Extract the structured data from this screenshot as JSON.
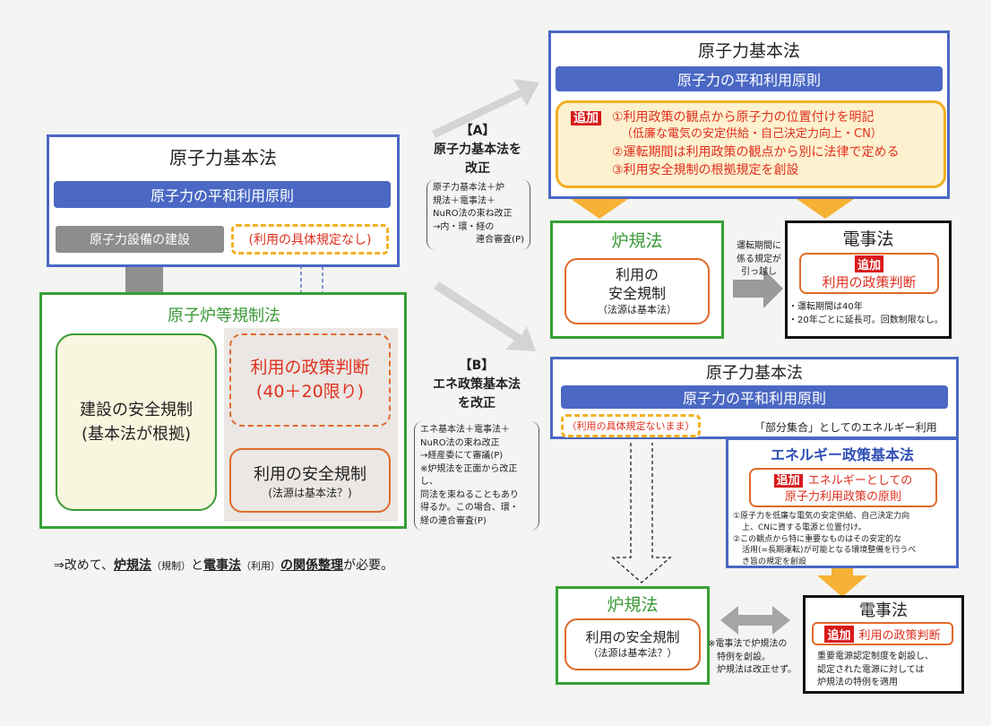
{
  "left": {
    "title": "原子力基本法",
    "bar": "原子力の平和利用原則",
    "construction": "原子力設備の建設",
    "no_spec": "(利用の具体規定なし)",
    "reactor_title": "原子炉等規制法",
    "const_safety_1": "建設の安全規制",
    "const_safety_2": "(基本法が根拠)",
    "policy_1": "利用の政策判断",
    "policy_2": "(40＋20限り)",
    "use_safety_1": "利用の安全規制",
    "use_safety_2": "(法源は基本法？)"
  },
  "footer": {
    "pre": "⇒改めて、",
    "k1": "炉規法",
    "k1s": "（規制）",
    "mid": "と",
    "k2": "電事法",
    "k2s": "（利用）",
    "k3": "の関係整理",
    "post": "が必要。"
  },
  "mid_a": {
    "label": "【A】",
    "title_1": "原子力基本法を",
    "title_2": "改正",
    "note_1": "原子力基本法＋炉",
    "note_2": "規法＋電事法＋",
    "note_3": "NuRO法の束ね改正",
    "note_4": "→内・環・経の",
    "note_5": "連合審査(P)"
  },
  "mid_b": {
    "label": "【B】",
    "title_1": "エネ政策基本法",
    "title_2": "を改正",
    "note_1": "エネ基本法＋電事法＋",
    "note_2": "NuRO法の束ね改正",
    "note_3": "→経産委にて審議(P)",
    "note_4": "※炉規法を正面から改正し、",
    "note_5": "同法を束ねることもあり",
    "note_6": "得るか。この場合、環・",
    "note_7": "経の連合審査(P)"
  },
  "top_right": {
    "title": "原子力基本法",
    "bar": "原子力の平和利用原則",
    "add_tag": "追加",
    "item1": "①利用政策の観点から原子力の位置付けを明記",
    "item1b": "（低廉な電気の安定供給・自己決定力向上・CN）",
    "item2": "②運転期間は利用政策の観点から別に法律で定める",
    "item3": "③利用安全規制の根拠規定を創設",
    "rokiho_title": "炉規法",
    "rokiho_box_1": "利用の",
    "rokiho_box_2": "安全規制",
    "rokiho_box_3": "（法源は基本法）",
    "transfer_1": "運転期間に",
    "transfer_2": "係る規定が",
    "transfer_3": "引っ越し",
    "denji_title": "電事法",
    "denji_tag": "追加",
    "denji_box": "利用の政策判断",
    "denji_note_1": "・運転期間は40年",
    "denji_note_2": "・20年ごとに延長可。回数制限なし。"
  },
  "bottom_right": {
    "title": "原子力基本法",
    "bar": "原子力の平和利用原則",
    "no_spec": "（利用の具体規定ないまま）",
    "subset": "「部分集合」としてのエネルギー利用",
    "ene_title": "エネルギー政策基本法",
    "ene_tag": "追加",
    "ene_box_1": "エネルギーとしての",
    "ene_box_2": "原子力利用政策の原則",
    "ene_note_1": "①原子力を低廉な電気の安定供給、自己決定力向",
    "ene_note_2": "上、CNに資する電源と位置付け。",
    "ene_note_3": "②この観点から特に重要なものはその安定的な",
    "ene_note_4": "活用(=長期運転)が可能となる環境整備を行うべ",
    "ene_note_5": "き旨の規定を創設",
    "rokiho_title": "炉規法",
    "rokiho_box_1": "利用の安全規制",
    "rokiho_box_2": "（法源は基本法？）",
    "mid_note_1": "※電事法で炉規法の",
    "mid_note_2": "特例を創設。",
    "mid_note_3": "炉規法は改正せず。",
    "denji_title": "電事法",
    "denji_tag": "追加",
    "denji_box": "利用の政策判断",
    "denji_note_1": "重要電源認定制度を創設し、",
    "denji_note_2": "認定された電源に対しては",
    "denji_note_3": "炉規法の特例を適用"
  }
}
